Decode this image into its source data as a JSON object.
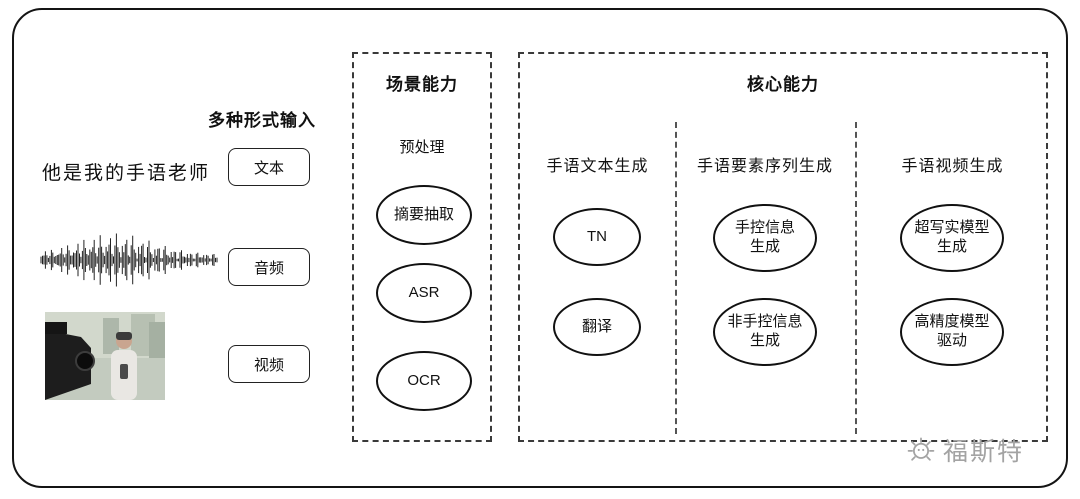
{
  "input": {
    "title": "多种形式输入",
    "sample_text": "他是我的手语老师",
    "text_label": "文本",
    "audio_label": "音频",
    "video_label": "视频"
  },
  "scene": {
    "title": "场景能力",
    "subtitle": "预处理",
    "nodes": [
      "摘要抽取",
      "ASR",
      "OCR"
    ]
  },
  "core": {
    "title": "核心能力",
    "columns": [
      {
        "header": "手语文本生成",
        "nodes": [
          "TN",
          "翻译"
        ]
      },
      {
        "header": "手语要素序列生成",
        "nodes": [
          "手控信息\n生成",
          "非手控信息\n生成"
        ]
      },
      {
        "header": "手语视频生成",
        "nodes": [
          "超写实模型\n生成",
          "高精度模型\n驱动"
        ]
      }
    ]
  },
  "watermark": {
    "text": "福斯特"
  },
  "colors": {
    "frame_border": "#141414",
    "dashed_border": "#3a3a3a",
    "watermark": "#a3a3a3"
  }
}
